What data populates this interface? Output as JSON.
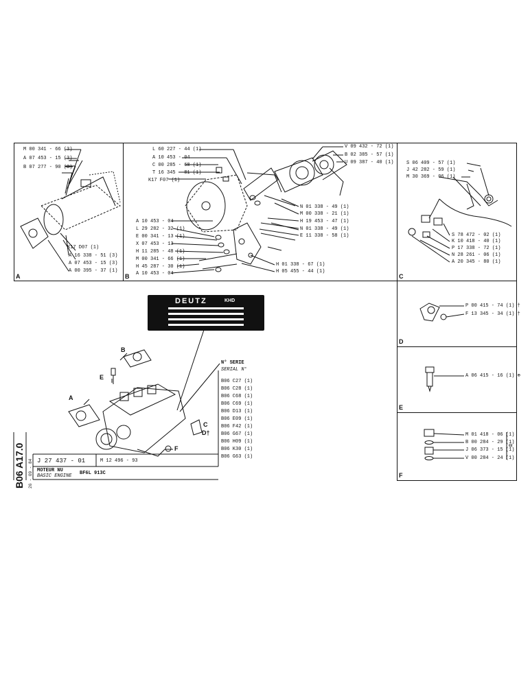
{
  "panel_labels": [
    "A",
    "B",
    "C",
    "D",
    "E",
    "F"
  ],
  "panel_a": {
    "top_labels": [
      "M 00 341 - 66 (3)",
      "A 07 453 - 15 (3)",
      "B 07 277 - 90 (3)"
    ],
    "bottom_labels": [
      "K17 D07 (1)",
      "A 16 338 - 51 (3)",
      "A 07 453 - 15 (3)",
      "A 00 395 - 37 (1)"
    ]
  },
  "panel_b": {
    "left_top_labels": [
      "L 60 227 - 44 (1)",
      "A 10 453 - 04",
      "C 00 285 - 68 (1)",
      "T 16 345 - 81 (1)",
      "K17 F07 (1)"
    ],
    "left_bottom_labels": [
      "A 10 453 - 04",
      "L 29 282 - 32 (1)",
      "E 00 341 - 13 (1)",
      "X 07 453 - 13",
      "H 11 285 - 48 (1)",
      "M 00 341 - 66 (1)",
      "H 45 287 - 30 (1)",
      "A 10 453 - 04"
    ],
    "right_top_labels": [
      "V 09 432 - 72 (1)",
      "B 02 385 - 57 (1)",
      "U 09 387 - 40 (1)"
    ],
    "right_mid_labels": [
      "N 01 338 - 49 (1)",
      "M 00 338 - 21 (1)",
      "H 19 453 - 47 (1)",
      "N 01 338 - 49 (1)",
      "E 11 338 - 58 (1)"
    ],
    "right_bottom_labels": [
      "H 01 338 - 67 (1)",
      "H 05 455 - 44 (1)"
    ]
  },
  "panel_c": {
    "top_labels": [
      "S 06 409 - 57 (1)",
      "J 42 282 - 59 (1)",
      "M 30 369 - 06 (1)"
    ],
    "bottom_labels": [
      "S 78 472 - 02 (1)",
      "K 10 418 - 40 (1)",
      "P 17 338 - 72 (1)",
      "N 28 261 - 06 (1)",
      "A 20 345 - 80 (1)"
    ]
  },
  "panel_d": {
    "labels": [
      "P 00 415 - 74 (1) †",
      "F 13 345 - 34 (1) †"
    ]
  },
  "panel_e": {
    "labels": [
      "A 06 415 - 16 (1) ⊕"
    ]
  },
  "panel_f": {
    "labels": [
      "M 01 418 - 06 (1)",
      "B 00 284 - 29 (1)",
      "J 06 373 - 15 (1)",
      "V 00 284 - 24 (1)"
    ],
    "mark": "⊖"
  },
  "nameplate": {
    "brand": "DEUTZ",
    "sub": "KHD"
  },
  "serial": {
    "fr": "N° SERIE",
    "en": "SERIAL N°"
  },
  "serial_codes": [
    "B06 C27 (1)",
    "B06 C28 (1)",
    "B06 C68 (1)",
    "B06 C69 (1)",
    "B06 D13 (1)",
    "B06 E09 (1)",
    "B06 F42 (1)",
    "B06 G67 (1)",
    "B06 H09 (1)",
    "B06 K30 (1)",
    "B06 G63 (1)"
  ],
  "engine_callouts": [
    "B",
    "E",
    "A",
    "C",
    "D†",
    "F"
  ],
  "footer": {
    "page_code": "B06 A17.0",
    "date": "26 - 09 - 84",
    "part_no": "J 27 437 - 01",
    "ref": "M 12 496 - 93",
    "title_fr": "MOTEUR NU",
    "title_en": "BASIC ENGINE",
    "model": "BF6L 913C"
  }
}
